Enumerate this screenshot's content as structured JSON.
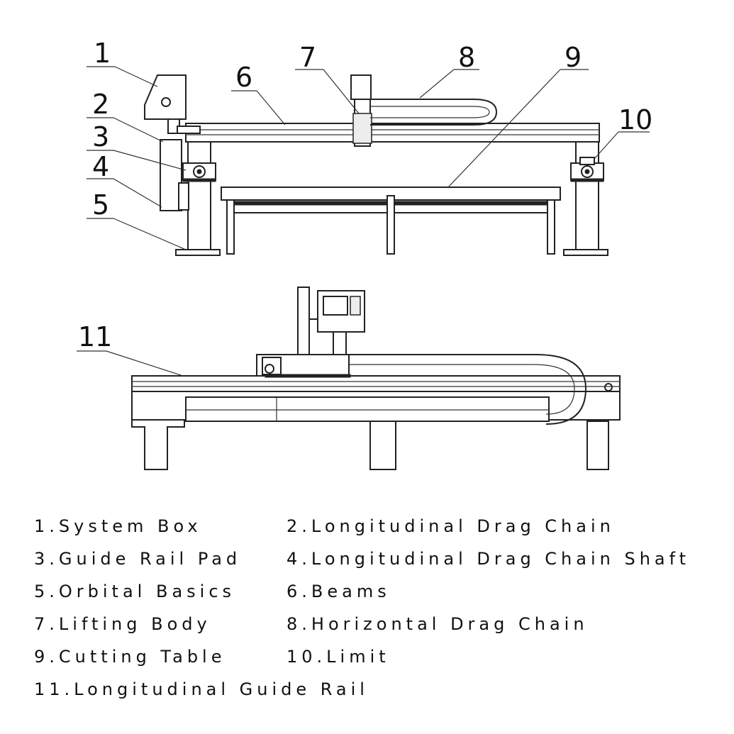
{
  "callouts": {
    "c1": "1",
    "c2": "2",
    "c3": "3",
    "c4": "4",
    "c5": "5",
    "c6": "6",
    "c7": "7",
    "c8": "8",
    "c9": "9",
    "c10": "10",
    "c11": "11"
  },
  "legend": [
    [
      "1.System Box",
      "2.Longitudinal Drag Chain"
    ],
    [
      "3.Guide Rail Pad",
      "4.Longitudinal Drag Chain Shaft"
    ],
    [
      "5.Orbital Basics",
      "6.Beams"
    ],
    [
      "7.Lifting Body",
      "8.Horizontal Drag Chain"
    ],
    [
      "9.Cutting Table",
      "10.Limit"
    ],
    [
      "11.Longitudinal Guide Rail",
      ""
    ]
  ]
}
